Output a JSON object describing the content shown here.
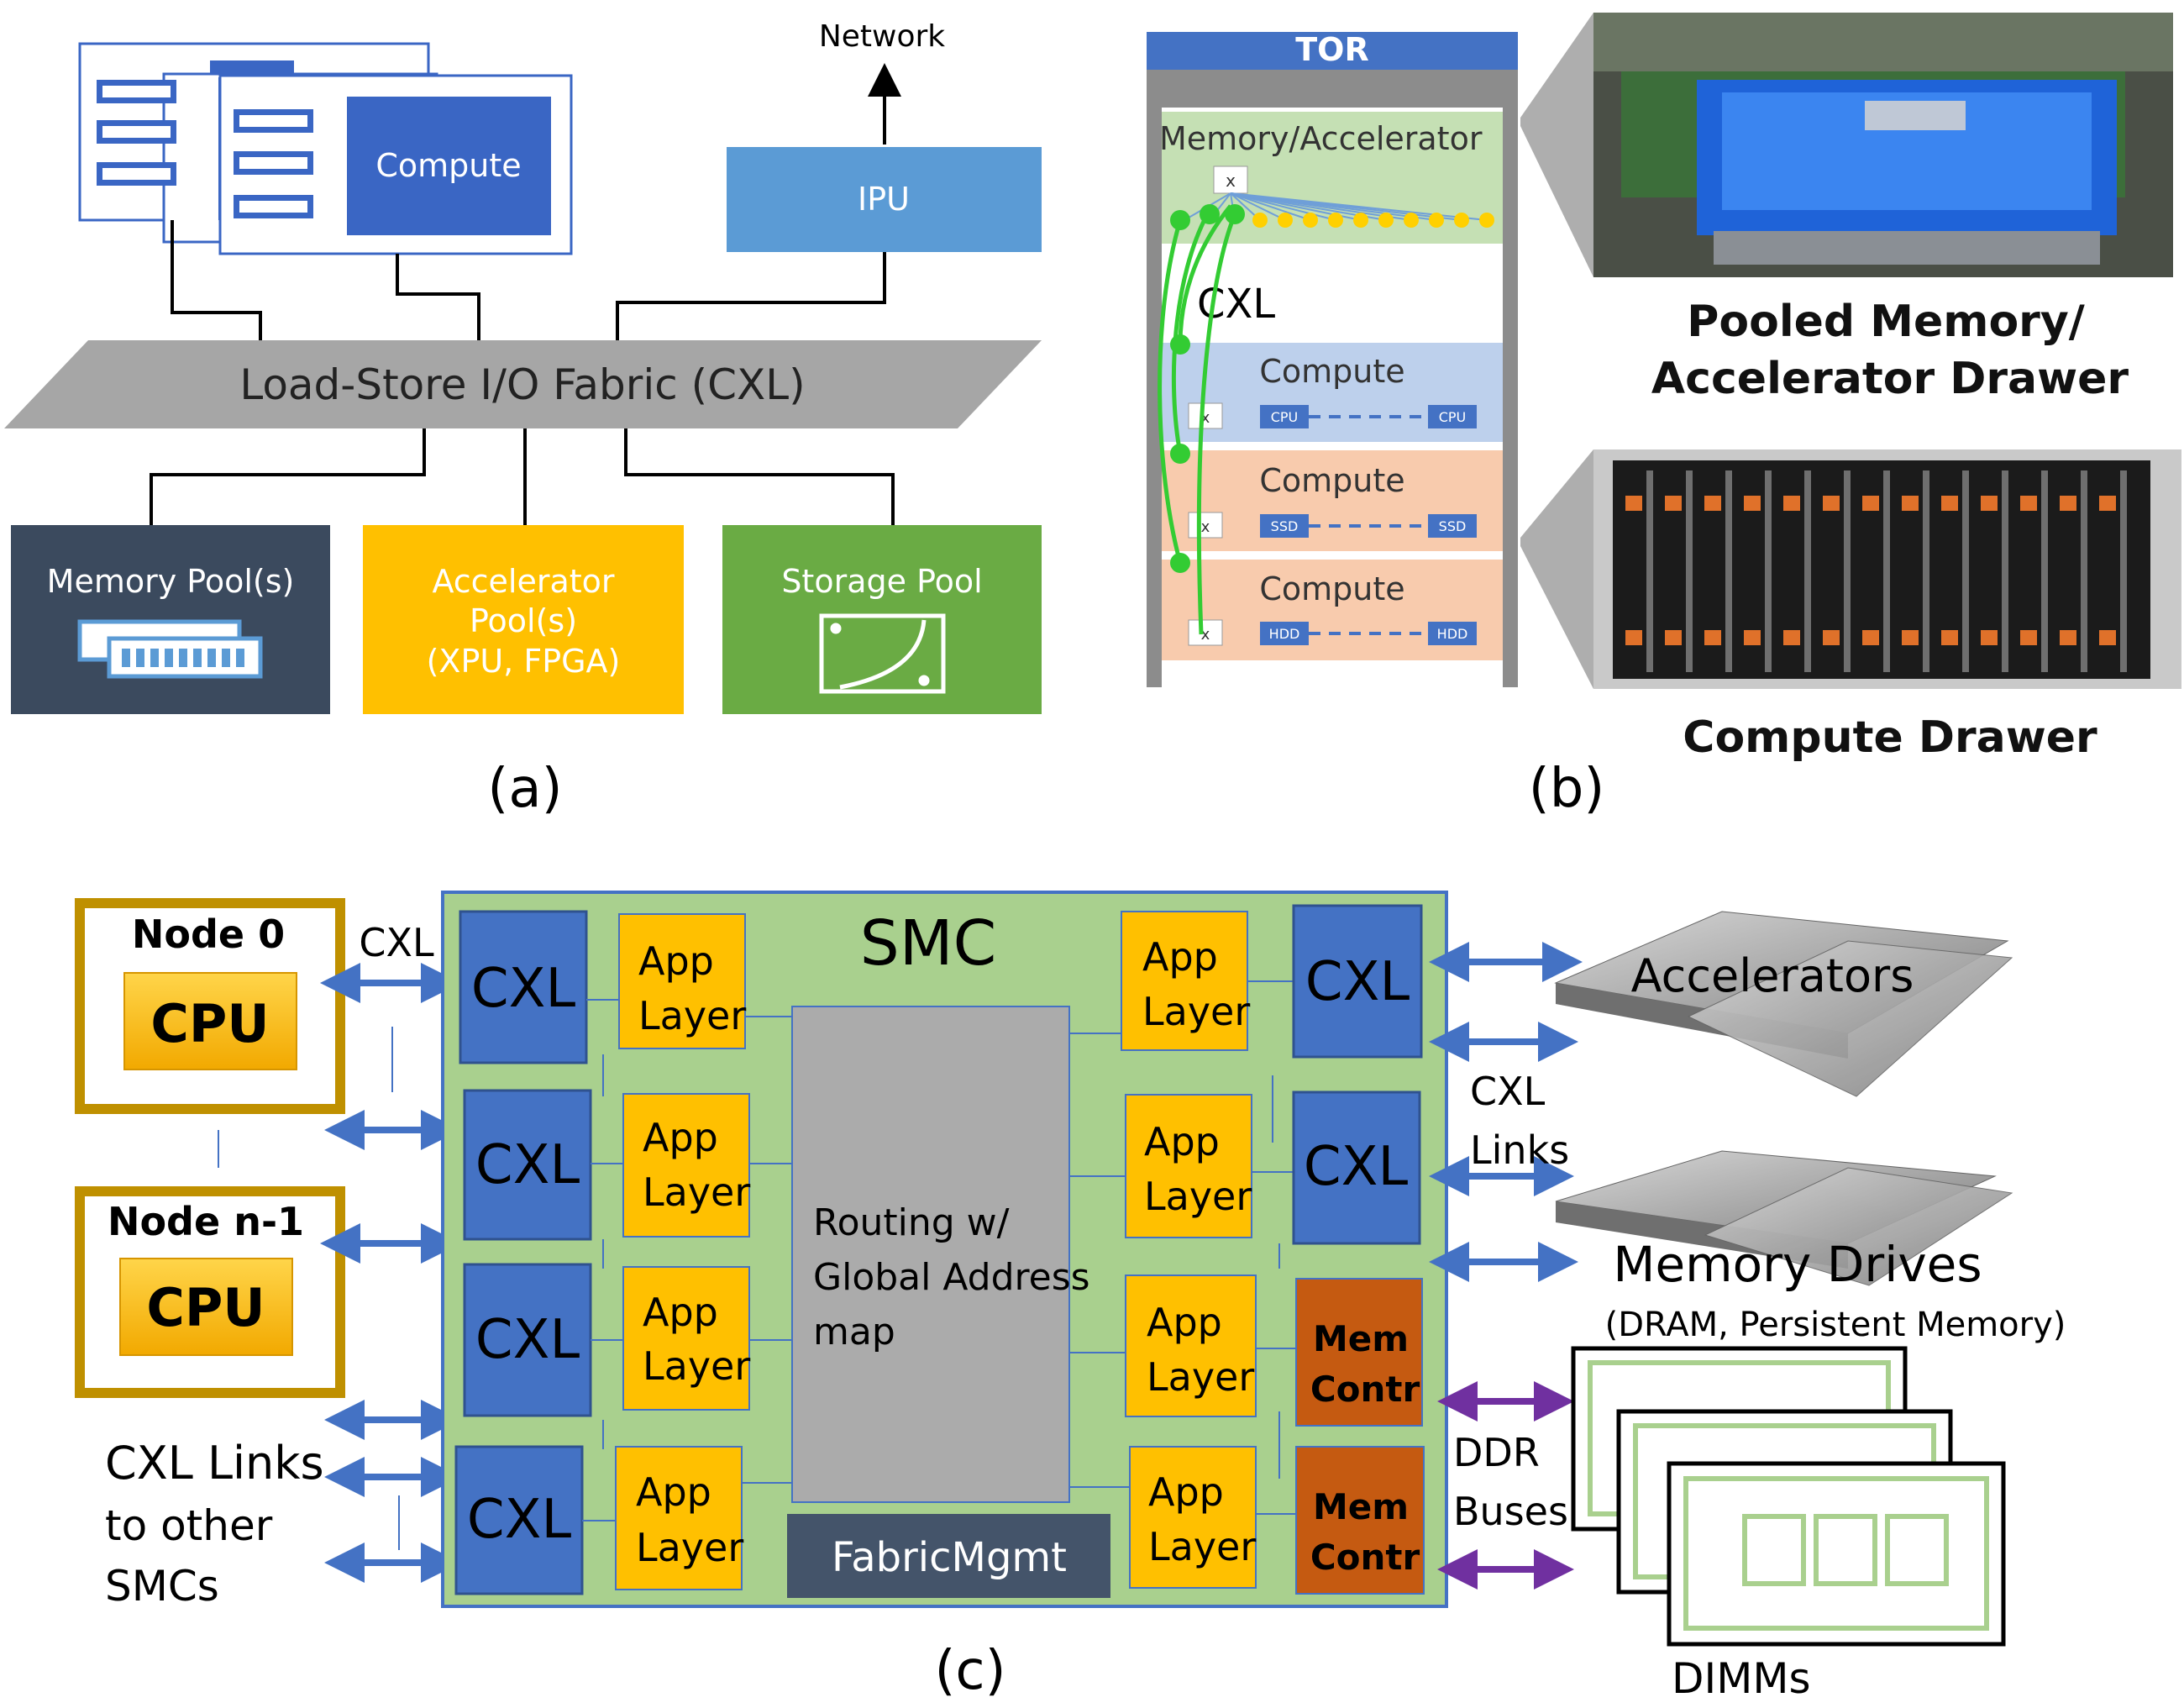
{
  "panel_a": {
    "network_label": "Network",
    "compute_label": "Compute",
    "ipu_label": "IPU",
    "fabric_label": "Load-Store I/O Fabric (CXL)",
    "memory_pool_label": "Memory Pool(s)",
    "accelerator_pool_line1": "Accelerator",
    "accelerator_pool_line2": "Pool(s)",
    "accelerator_pool_line3": "(XPU, FPGA)",
    "storage_pool_label": "Storage Pool",
    "caption": "(a)",
    "colors": {
      "compute": "#3a66c4",
      "ipu": "#5b9bd5",
      "fabric": "#a6a6a6",
      "memory_pool": "#3b4a5e",
      "accelerator_pool": "#ffc000",
      "storage_pool": "#6aab44"
    }
  },
  "panel_b": {
    "tor_label": "TOR",
    "memory_accelerator_label": "Memory/Accelerator",
    "cxl_label": "CXL",
    "compute_labels": [
      "Compute",
      "Compute",
      "Compute"
    ],
    "device_rows": [
      {
        "left": "CPU",
        "right": "CPU"
      },
      {
        "left": "SSD",
        "right": "SSD"
      },
      {
        "left": "HDD",
        "right": "HDD"
      }
    ],
    "switch_glyph": "x",
    "pooled_drawer_line1": "Pooled Memory/",
    "pooled_drawer_line2": "Accelerator Drawer",
    "compute_drawer_label": "Compute Drawer",
    "caption": "(b)"
  },
  "panel_c": {
    "node0_label": "Node 0",
    "noden_label": "Node n-1",
    "cpu_label": "CPU",
    "cxl_top_label": "CXL",
    "smc_label": "SMC",
    "cxl_block_label": "CXL",
    "app_layer_line1": "App",
    "app_layer_line2": "Layer",
    "routing_line1": "Routing w/",
    "routing_line2": "Global Address",
    "routing_line3": "map",
    "fabric_mgmt_label": "FabricMgmt",
    "mem_contr_line1": "Mem",
    "mem_contr_line2": "Contr",
    "cxl_links_left_line1": "CXL Links",
    "cxl_links_left_line2": "to other",
    "cxl_links_left_line3": "SMCs",
    "accelerators_label": "Accelerators",
    "cxl_links_right_line1": "CXL",
    "cxl_links_right_line2": "Links",
    "memory_drives_label": "Memory Drives",
    "memory_drives_sub": "(DRAM, Persistent Memory)",
    "ddr_line1": "DDR",
    "ddr_line2": "Buses",
    "dimms_label": "DIMMs",
    "caption": "(c)",
    "colors": {
      "smc": "#a9d08e",
      "cxl_block": "#4472c4",
      "app_layer": "#ffc000",
      "routing": "#ababab",
      "fabric_mgmt": "#44546a",
      "mem_contr": "#c55a11",
      "cxl_arrow": "#4472c4",
      "ddr_arrow": "#7030a0",
      "node_border": "#bf9000"
    }
  }
}
